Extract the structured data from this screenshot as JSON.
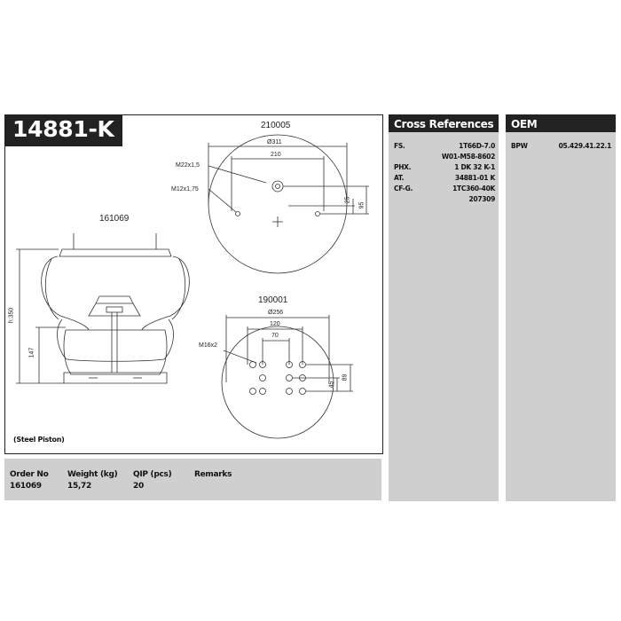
{
  "part": {
    "number": "14881-K"
  },
  "drawing": {
    "top_view_label": "210005",
    "side_view_label": "161069",
    "bottom_view_label": "190001",
    "piston_note": "(Steel Piston)",
    "top_dims": {
      "diameter": "Ø311",
      "spacing": "210",
      "thread_large": "M22x1,5",
      "thread_small": "M12x1,75",
      "offset_small": "25",
      "offset_large": "95"
    },
    "side_dims": {
      "height": "h:350",
      "piston_height": "147"
    },
    "bottom_dims": {
      "diameter": "Ø256",
      "spacing_outer": "120",
      "spacing_inner": "70",
      "thread": "M16x2",
      "offset_small": "45",
      "offset_large": "89"
    }
  },
  "order_info": {
    "headers": [
      "Order No",
      "Weight (kg)",
      "QIP (pcs)",
      "Remarks"
    ],
    "values": [
      "161069",
      "15,72",
      "20",
      ""
    ]
  },
  "cross_references": {
    "title": "Cross References",
    "rows": [
      {
        "brand": "FS.",
        "codes": [
          "1T66D-7.0",
          "W01-M58-8602"
        ]
      },
      {
        "brand": "PHX.",
        "codes": [
          "1 DK 32 K-1"
        ]
      },
      {
        "brand": "AT.",
        "codes": [
          "34881-01 K"
        ]
      },
      {
        "brand": "CF-G.",
        "codes": [
          "1TC360-40K",
          "207309"
        ]
      }
    ]
  },
  "oem": {
    "title": "OEM",
    "rows": [
      {
        "brand": "BPW",
        "code": "05.429.41.22.1"
      }
    ]
  },
  "colors": {
    "dark": "#222222",
    "panel": "#cfcfcf",
    "line": "#333333"
  }
}
